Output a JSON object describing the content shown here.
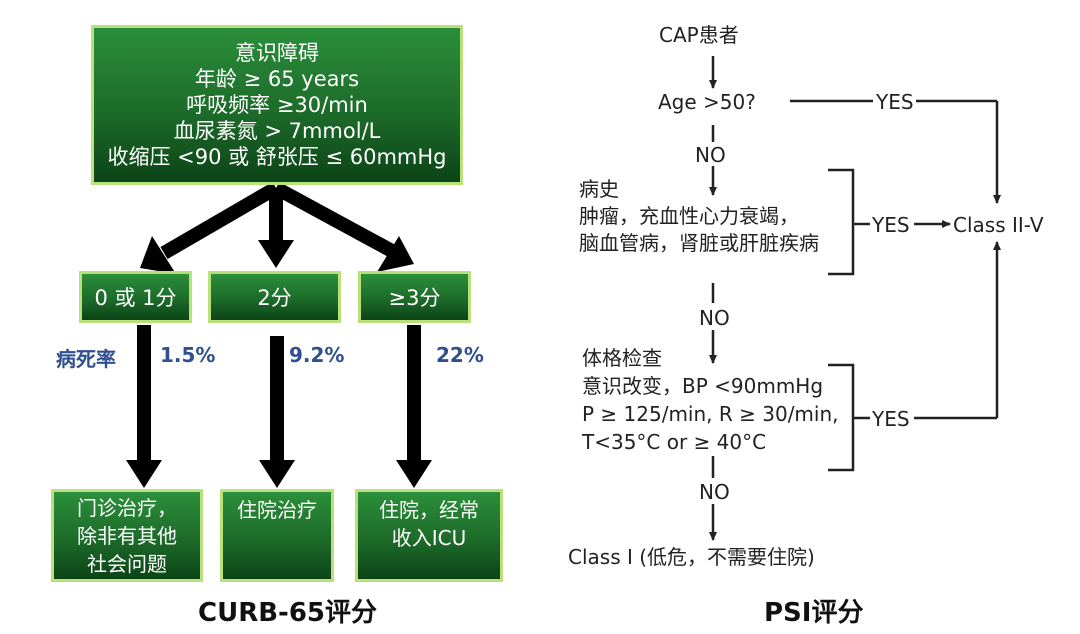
{
  "curb": {
    "criteria": [
      "意识障碍",
      "年龄 ≥ 65 years",
      "呼吸频率 ≥30/min",
      "血尿素氮 > 7mmol/L",
      "收缩压 <90 或 舒张压 ≤ 60mmHg"
    ],
    "scores": [
      "0 或 1分",
      "2分",
      "≥3分"
    ],
    "mortality_label": "病死率",
    "mortality_rates": [
      "1.5%",
      "9.2%",
      "22%"
    ],
    "actions": {
      "outpatient": [
        "门诊治疗，",
        "除非有其他",
        "社会问题"
      ],
      "hospital": [
        "住院治疗"
      ],
      "icu": [
        "住院，经常",
        "收入ICU"
      ]
    },
    "title": "CURB-65评分"
  },
  "psi": {
    "start": "CAP患者",
    "age_question": "Age >50?",
    "yes": "YES",
    "no": "NO",
    "history_title": "病史",
    "history_lines": [
      "肿瘤，充血性心力衰竭，",
      "脑血管病，肾脏或肝脏疾病"
    ],
    "exam_title": "体格检查",
    "exam_lines": [
      "意识改变，BP <90mmHg",
      "P ≥ 125/min, R ≥ 30/min,",
      "T<35°C or ≥ 40°C"
    ],
    "class_high": "Class II-V",
    "class_low": "Class I (低危，不需要住院)",
    "title": "PSI评分"
  },
  "colors": {
    "box_fill": "#1d6b2a",
    "box_border": "#b9e07a",
    "rate_text": "#2f4f8f"
  }
}
